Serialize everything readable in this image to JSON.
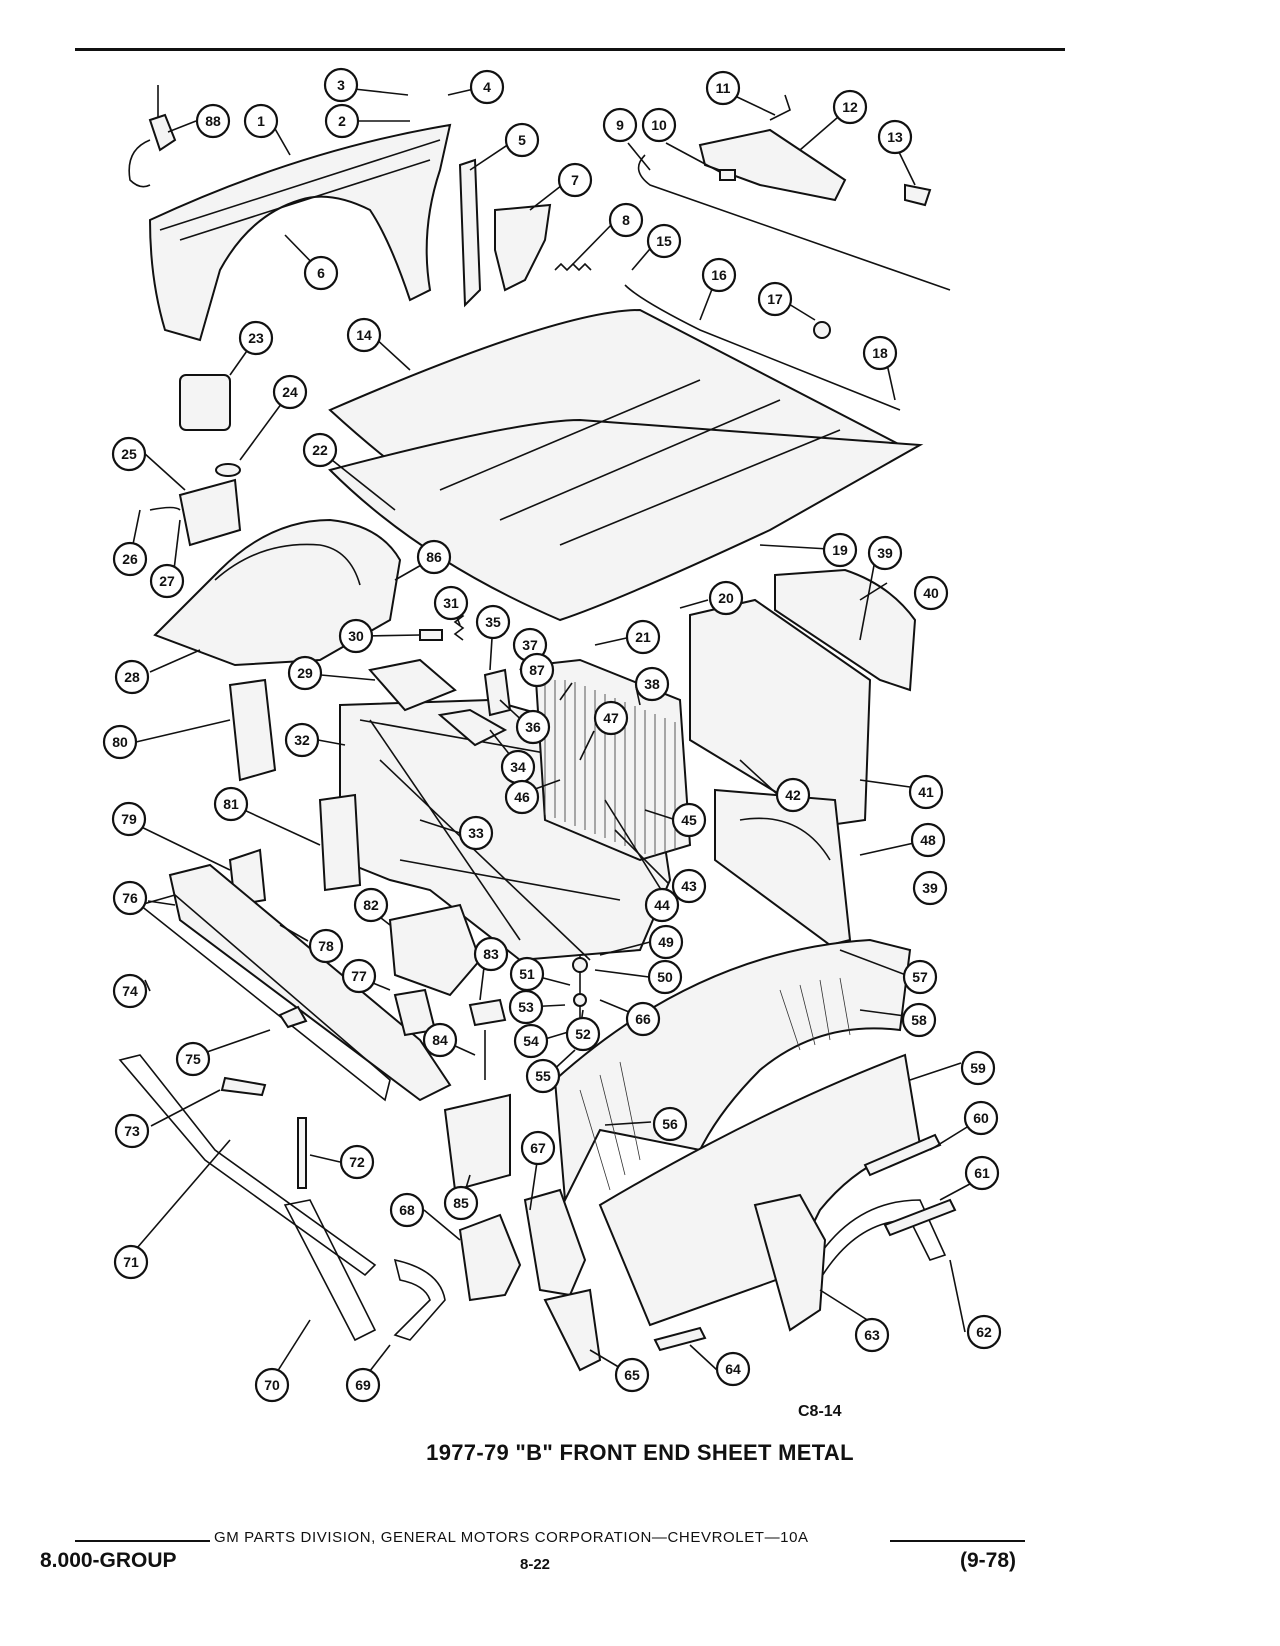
{
  "figure": {
    "code": "C8-14",
    "caption": "1977-79 \"B\" FRONT END SHEET METAL"
  },
  "callouts": [
    "1",
    "2",
    "3",
    "4",
    "5",
    "6",
    "7",
    "8",
    "9",
    "10",
    "11",
    "12",
    "13",
    "14",
    "15",
    "16",
    "17",
    "18",
    "19",
    "20",
    "21",
    "22",
    "23",
    "24",
    "25",
    "26",
    "27",
    "28",
    "29",
    "30",
    "31",
    "32",
    "33",
    "34",
    "35",
    "36",
    "37",
    "38",
    "39",
    "39",
    "40",
    "41",
    "42",
    "43",
    "44",
    "45",
    "46",
    "47",
    "48",
    "49",
    "50",
    "51",
    "52",
    "53",
    "54",
    "55",
    "56",
    "57",
    "58",
    "59",
    "60",
    "61",
    "62",
    "63",
    "64",
    "65",
    "66",
    "67",
    "68",
    "69",
    "70",
    "71",
    "72",
    "73",
    "74",
    "75",
    "76",
    "77",
    "78",
    "79",
    "80",
    "81",
    "82",
    "83",
    "84",
    "85",
    "86",
    "87",
    "88"
  ],
  "footer": {
    "publisher": "GM PARTS DIVISION, GENERAL MOTORS CORPORATION—CHEVROLET—10A",
    "group": "8.000-GROUP",
    "page": "8-22",
    "date": "(9-78)"
  }
}
